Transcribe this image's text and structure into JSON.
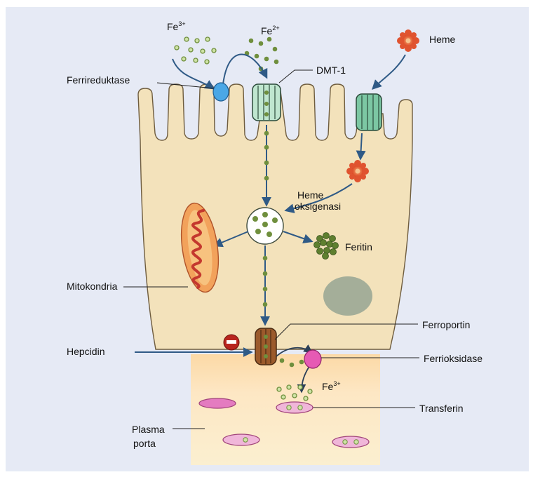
{
  "labels": {
    "fe3_top": "Fe",
    "fe3_top_sup": "3+",
    "fe2_top": "Fe",
    "fe2_top_sup": "2+",
    "heme": "Heme",
    "ferrireduktase": "Ferrireduktase",
    "dmt1": "DMT-1",
    "heme_oksigenasi_line1": "Heme",
    "heme_oksigenasi_line2": "oksigenasi",
    "feritin": "Feritin",
    "mitokondria": "Mitokondria",
    "ferroportin": "Ferroportin",
    "hepcidin": "Hepcidin",
    "ferrioksidase": "Ferrioksidase",
    "fe3_bottom": "Fe",
    "fe3_bottom_sup": "3+",
    "transferin": "Transferin",
    "plasma_line1": "Plasma",
    "plasma_line2": "porta"
  },
  "colors": {
    "background": "#e6eaf5",
    "cell_fill": "#f3e2bb",
    "cell_stroke": "#6e5c3e",
    "plasma_top": "#fde2b8",
    "plasma_bottom": "#fbedc8",
    "iron_dot": "#6f8f3d",
    "iron_dot_light": "#b9d58c",
    "arrow": "#2f5a86",
    "ferrireductase": "#4aa7e6",
    "dmt1_channel": "#bfe6cf",
    "heme_channel": "#7cc7a3",
    "heme_molecule": "#e0532f",
    "mitochondrion_outer": "#f2a25b",
    "mitochondrion_inner": "#c4382e",
    "nucleus": "#9ba996",
    "ferroportin": "#9b5a2c",
    "ferroxidase": "#e65ab4",
    "transferrin": "#f0b6d9",
    "inhibit_sign": "#b8251e"
  },
  "icons": [
    "ferrireductase-protein",
    "dmt1-channel",
    "heme-transporter",
    "heme-molecule",
    "heme-oxygenase-vesicle",
    "ferritin-cluster",
    "mitochondrion",
    "nucleus",
    "ferroportin-channel",
    "hepcidin-inhibition-icon",
    "ferroxidase-protein",
    "transferrin-molecule"
  ]
}
